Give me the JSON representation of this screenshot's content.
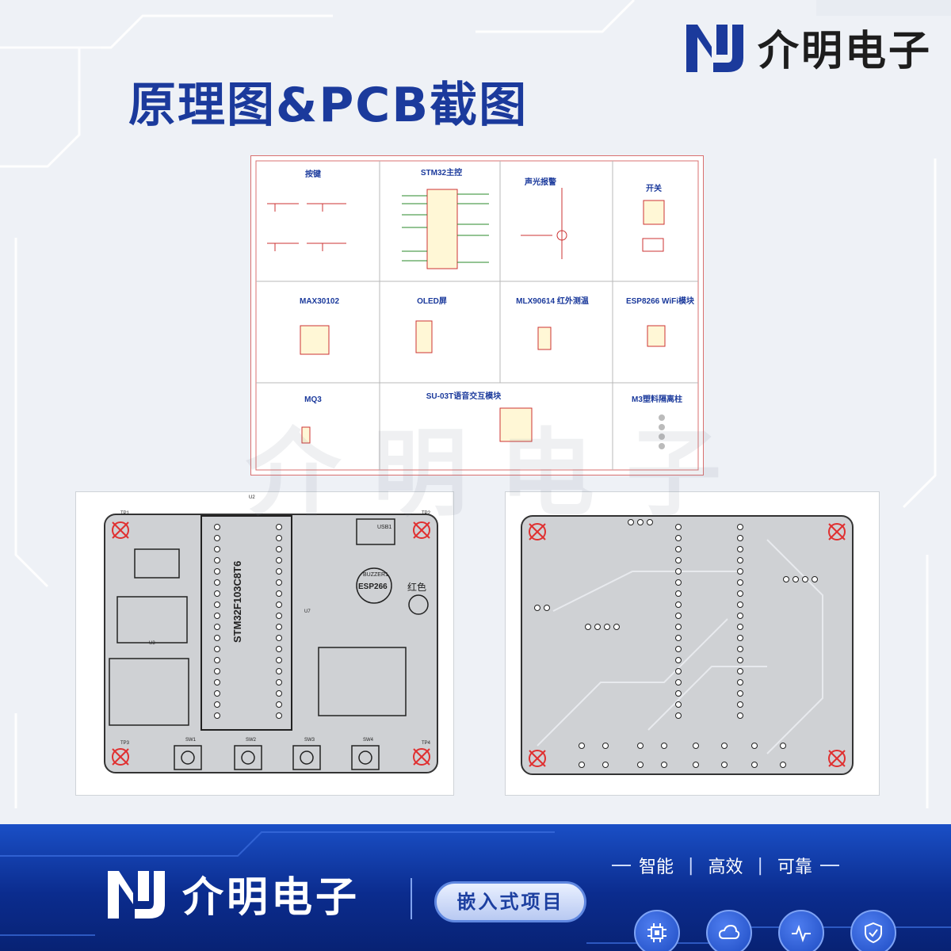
{
  "header": {
    "brand_name": "介明电子",
    "title": "原理图&PCB截图"
  },
  "schematic": {
    "panels": [
      {
        "title": "按键"
      },
      {
        "title": "STM32主控"
      },
      {
        "title": "声光报警"
      },
      {
        "title": "开关"
      },
      {
        "title": "MAX30102"
      },
      {
        "title": "OLED屏"
      },
      {
        "title": "MLX90614 红外测温"
      },
      {
        "title": "ESP8266 WiFi模块"
      },
      {
        "title": "MQ3"
      },
      {
        "title": "SU-03T语音交互模块"
      },
      {
        "title": "M3塑料隔离柱"
      }
    ]
  },
  "pcb_left": {
    "chip_label": "STM32F103C8T6",
    "labels": {
      "buzzer": "BUZZER1",
      "esp": "ESP266",
      "led": "红色",
      "u2": "U2",
      "u3": "U3",
      "u7": "U7",
      "usb": "USB1",
      "tp1": "TP1",
      "tp2": "TP2",
      "tp3": "TP3",
      "tp4": "TP4",
      "sw1": "SW1",
      "sw2": "SW2",
      "sw3": "SW3",
      "sw4": "SW4"
    }
  },
  "watermark": "介明电子",
  "footer": {
    "brand_name": "介明电子",
    "badge": "嵌入式项目",
    "slogan": [
      "智能",
      "高效",
      "可靠"
    ],
    "icons": [
      "chip-icon",
      "cloud-icon",
      "pulse-icon",
      "shield-icon"
    ]
  }
}
